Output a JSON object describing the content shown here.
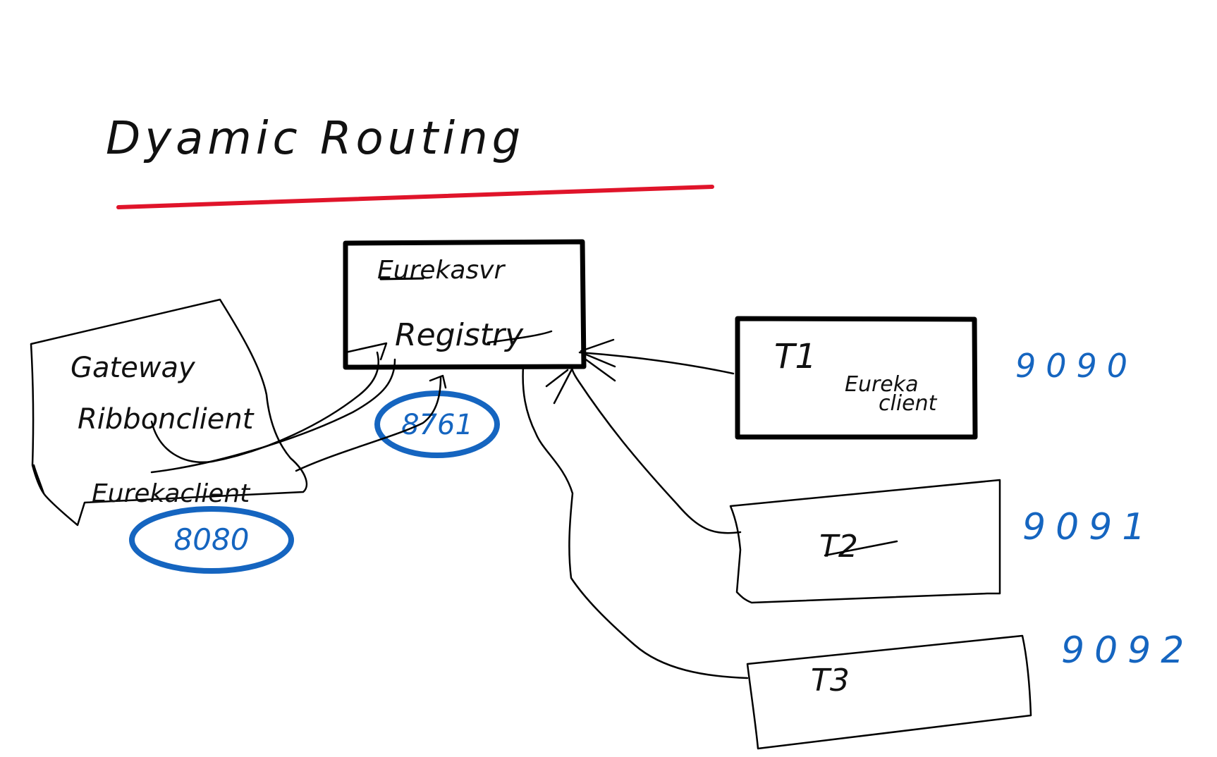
{
  "title": "Dyamic Routing",
  "colors": {
    "ink": "#000000",
    "underline": "#e0142a",
    "annotation": "#1565c0"
  },
  "eureka_server": {
    "line1": "Eurekasvr",
    "line2": "Registry",
    "port": "8761"
  },
  "gateway": {
    "line1": "Gateway",
    "line2": "Ribbonclient",
    "line3": "Eurekaclient",
    "port": "8080"
  },
  "services": [
    {
      "label": "T1",
      "sublabel_1": "Eureka",
      "sublabel_2": "client",
      "port": "9090"
    },
    {
      "label": "T2",
      "port": "9091"
    },
    {
      "label": "T3",
      "port": "9092"
    }
  ]
}
